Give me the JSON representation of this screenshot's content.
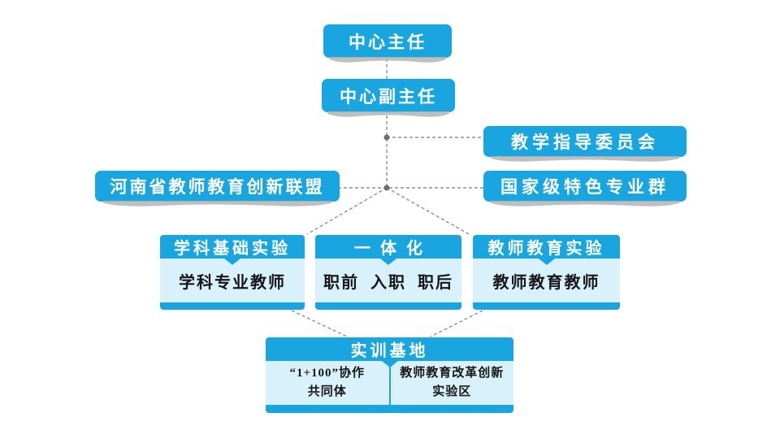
{
  "palette": {
    "node_blue": "#19a6e0",
    "panel_body_blue": "#d9f1fb",
    "text_white": "#ffffff",
    "text_dark": "#161616",
    "connector_gray": "#8f8f8f",
    "shadow_gray": "#b4b4b4"
  },
  "nodes": {
    "director": {
      "label": "中心主任"
    },
    "deputy_director": {
      "label": "中心副主任"
    },
    "teaching_committee": {
      "label": "教学指导委员会"
    },
    "featured_group": {
      "label": "国家级特色专业群"
    },
    "henan_alliance": {
      "label": "河南省教师教育创新联盟"
    },
    "subject_panel": {
      "header": "学科基础实验",
      "body": "学科专业教师"
    },
    "integration_panel": {
      "header": "一体化",
      "body": "职前 入职 职后"
    },
    "teacher_edu_panel": {
      "header": "教师教育实验",
      "body": "教师教育教师"
    },
    "training_base": {
      "header": "实训基地",
      "left_cell": {
        "line1": "“1+100”协作",
        "line2": "共同体"
      },
      "right_cell": {
        "line1": "教师教育改革创新",
        "line2": "实验区"
      }
    }
  }
}
